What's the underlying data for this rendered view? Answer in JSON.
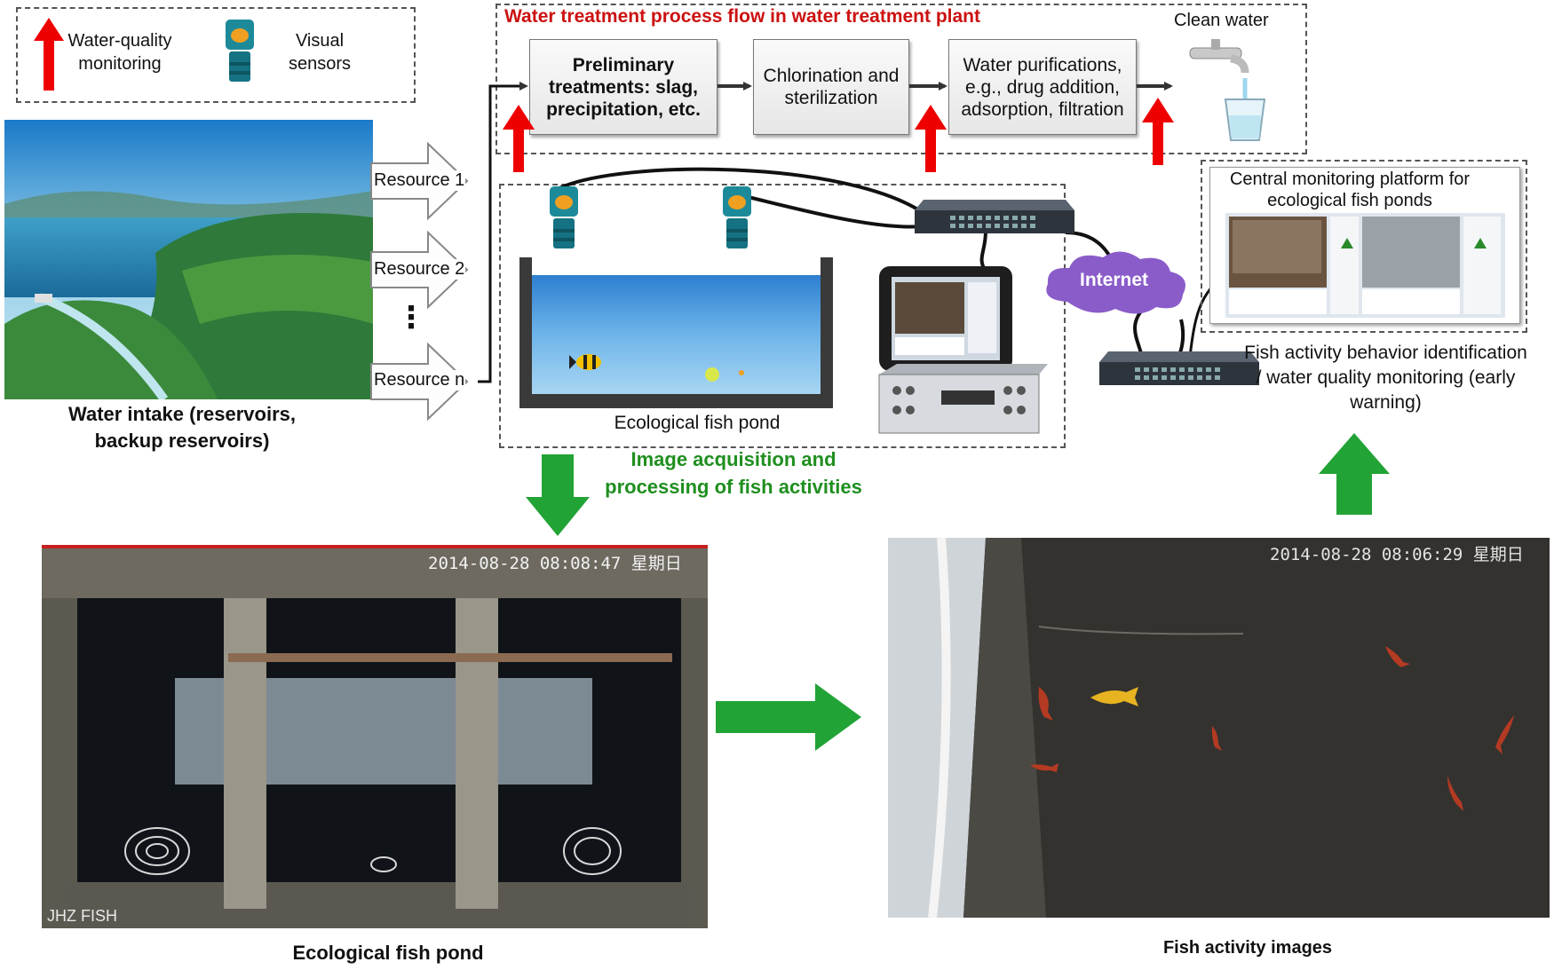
{
  "legend": {
    "water_quality_label": "Water-quality monitoring",
    "sensor_label": "Visual sensors"
  },
  "process": {
    "title": "Water treatment process flow in water treatment plant",
    "steps": [
      "Preliminary treatments: slag, precipitation, etc.",
      "Chlorination and sterilization",
      "Water purifications, e.g., drug addition, adsorption, filtration"
    ],
    "clean_water": "Clean water"
  },
  "intake": {
    "caption": "Water intake (reservoirs, backup reservoirs)",
    "resources": [
      "Resource 1",
      "Resource 2",
      "Resource n"
    ],
    "ellipsis": "⋮"
  },
  "pond_diagram": {
    "caption": "Ecological fish pond",
    "internet": "Internet"
  },
  "monitoring": {
    "platform_title": "Central monitoring platform for ecological fish ponds",
    "caption": "Fish activity behavior identification / water quality monitoring (early warning)"
  },
  "image_acquisition": "Image acquisition and processing of fish activities",
  "photos": {
    "left_caption": "Ecological fish pond",
    "left_timestamp": "2014-08-28 08:08:47 星期日",
    "left_watermark": "JHZ FISH",
    "right_caption": "Fish activity images",
    "right_timestamp": "2014-08-28 08:06:29 星期日"
  },
  "colors": {
    "red_arrow": "#ee0000",
    "green_arrow": "#22a336",
    "internet_cloud": "#8a5cc9"
  }
}
